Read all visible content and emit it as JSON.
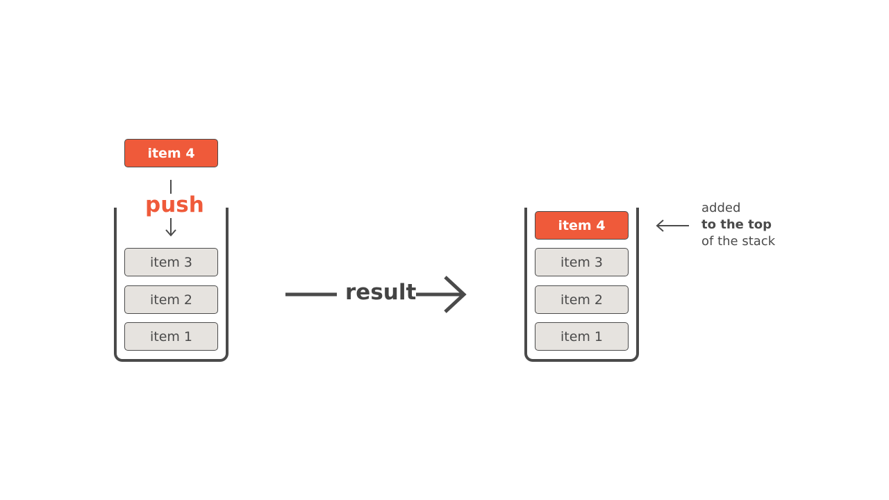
{
  "colors": {
    "accent": "#ef5a3a",
    "stroke": "#4a4a4a",
    "item_fill": "#e6e3df"
  },
  "left_stack": {
    "incoming_item": "item 4",
    "operation": "push",
    "items": [
      "item 3",
      "item 2",
      "item 1"
    ]
  },
  "arrow_label": "result",
  "right_stack": {
    "items": [
      "item 4",
      "item 3",
      "item 2",
      "item 1"
    ]
  },
  "annotation": {
    "line1": "added",
    "line2": "to the top",
    "line3": "of the stack"
  }
}
